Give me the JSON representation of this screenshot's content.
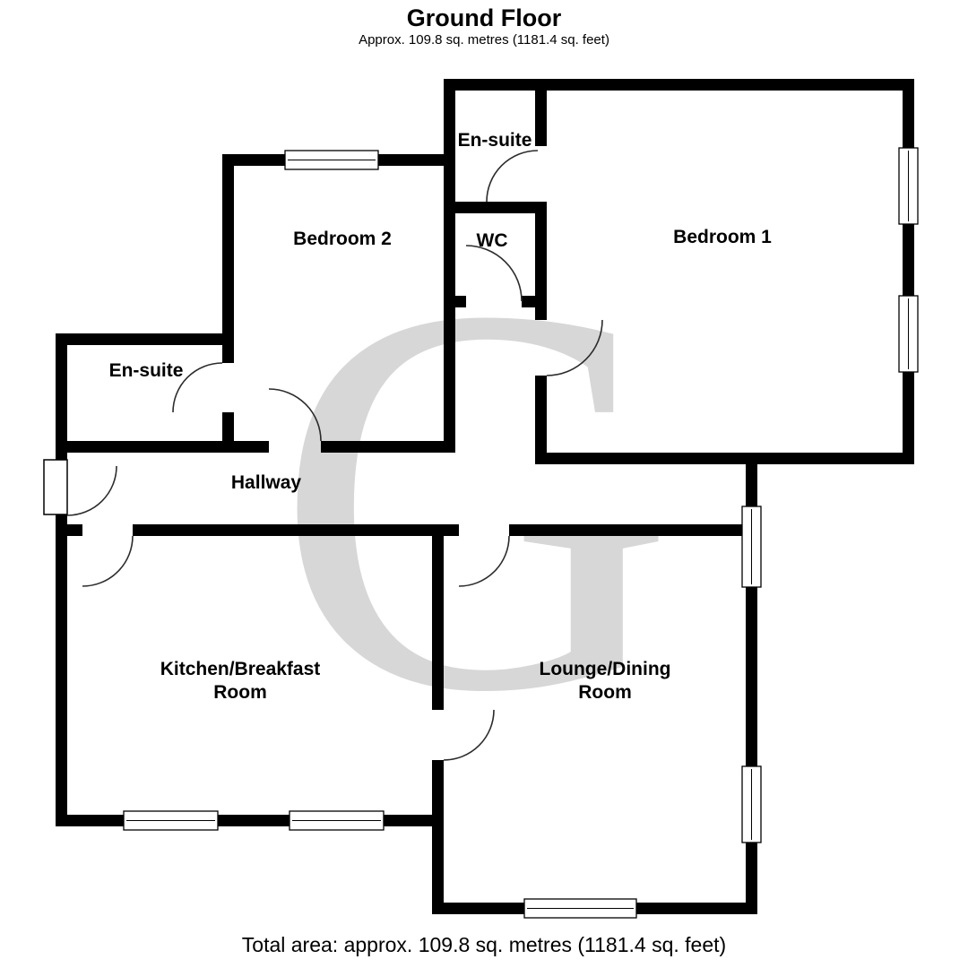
{
  "header": {
    "title": "Ground Floor",
    "subtitle": "Approx. 109.8 sq. metres (1181.4 sq. feet)"
  },
  "footer": {
    "total": "Total area: approx. 109.8 sq. metres (1181.4 sq. feet)"
  },
  "watermark": {
    "letter": "G"
  },
  "rooms": {
    "ensuite_top": {
      "label": "En-suite"
    },
    "wc": {
      "label": "WC"
    },
    "bedroom1": {
      "label": "Bedroom 1"
    },
    "bedroom2": {
      "label": "Bedroom 2"
    },
    "ensuite_left": {
      "label": "En-suite"
    },
    "hallway": {
      "label": "Hallway"
    },
    "kitchen": {
      "label_line1": "Kitchen/Breakfast",
      "label_line2": "Room"
    },
    "lounge": {
      "label_line1": "Lounge/Dining",
      "label_line2": "Room"
    }
  },
  "colors": {
    "wall": "#000000",
    "watermark": "#d7d7d7",
    "background": "#ffffff",
    "text": "#000000"
  }
}
